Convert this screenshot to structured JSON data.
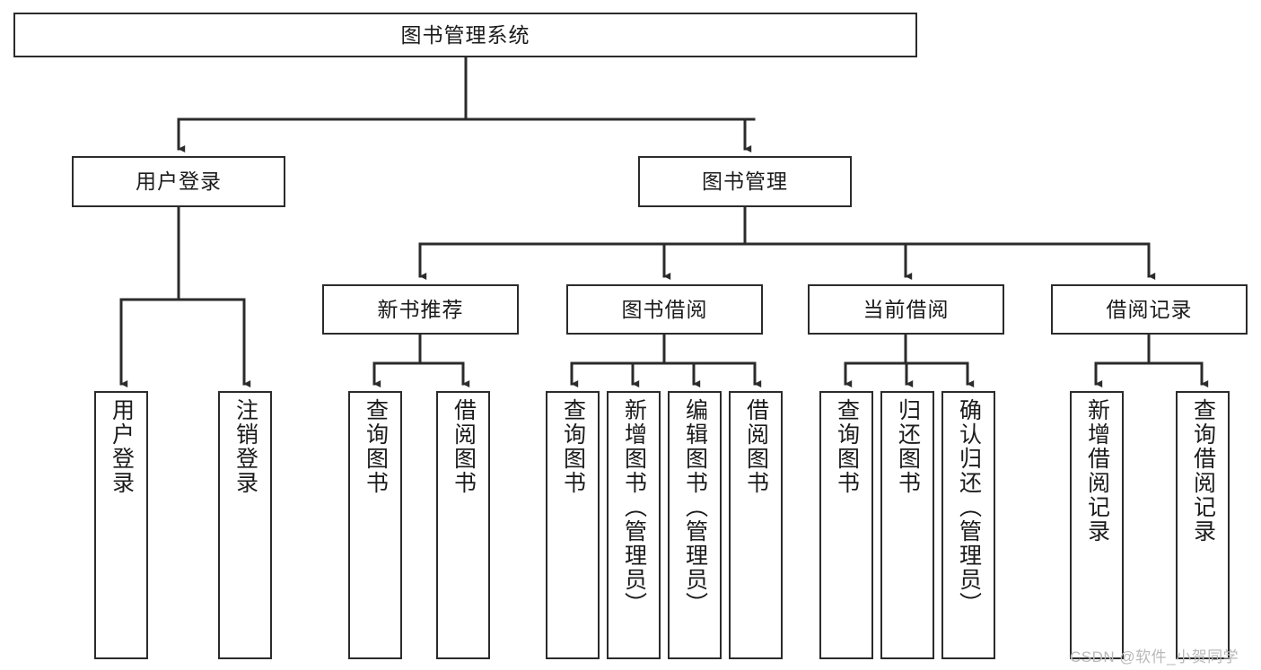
{
  "diagram": {
    "title": "图书管理系统",
    "type": "功能结构图",
    "colors": {
      "stroke": "#2b2b2b",
      "fill": "#ffffff",
      "text": "#1b1b1b",
      "watermark": "#b9b9b9"
    },
    "watermark": "CSDN @软件_小贺同学",
    "nodes": {
      "root": {
        "label": "图书管理系统"
      },
      "level2": [
        {
          "id": "user-login",
          "label": "用户登录"
        },
        {
          "id": "book-manage",
          "label": "图书管理"
        }
      ],
      "level3": [
        {
          "id": "new-book-recommend",
          "label": "新书推荐"
        },
        {
          "id": "book-borrow",
          "label": "图书借阅"
        },
        {
          "id": "current-borrow",
          "label": "当前借阅"
        },
        {
          "id": "borrow-record",
          "label": "借阅记录"
        }
      ],
      "leaves": {
        "user_login": [
          {
            "id": "leaf-user-login",
            "label": "用户登录"
          },
          {
            "id": "leaf-user-logout",
            "label": "注销登录"
          }
        ],
        "new_book_recommend": [
          {
            "id": "leaf-query-book-1",
            "label": "查询图书"
          },
          {
            "id": "leaf-borrow-book-1",
            "label": "借阅图书"
          }
        ],
        "book_borrow": [
          {
            "id": "leaf-query-book-2",
            "label": "查询图书"
          },
          {
            "id": "leaf-add-book",
            "label": "新增图书（管理员）"
          },
          {
            "id": "leaf-edit-book",
            "label": "编辑图书（管理员）"
          },
          {
            "id": "leaf-borrow-book-2",
            "label": "借阅图书"
          }
        ],
        "current_borrow": [
          {
            "id": "leaf-query-book-3",
            "label": "查询图书"
          },
          {
            "id": "leaf-return-book",
            "label": "归还图书"
          },
          {
            "id": "leaf-confirm-return",
            "label": "确认归还（管理员）"
          }
        ],
        "borrow_record": [
          {
            "id": "leaf-add-record",
            "label": "新增借阅记录"
          },
          {
            "id": "leaf-query-record",
            "label": "查询借阅记录"
          }
        ]
      }
    }
  },
  "chart_data": {
    "type": "diagram",
    "title": "图书管理系统",
    "structure": "tree",
    "orientation": "top-down",
    "tree": {
      "label": "图书管理系统",
      "children": [
        {
          "label": "用户登录",
          "children": [
            {
              "label": "用户登录"
            },
            {
              "label": "注销登录"
            }
          ]
        },
        {
          "label": "图书管理",
          "children": [
            {
              "label": "新书推荐",
              "children": [
                {
                  "label": "查询图书"
                },
                {
                  "label": "借阅图书"
                }
              ]
            },
            {
              "label": "图书借阅",
              "children": [
                {
                  "label": "查询图书"
                },
                {
                  "label": "新增图书（管理员）"
                },
                {
                  "label": "编辑图书（管理员）"
                },
                {
                  "label": "借阅图书"
                }
              ]
            },
            {
              "label": "当前借阅",
              "children": [
                {
                  "label": "查询图书"
                },
                {
                  "label": "归还图书"
                },
                {
                  "label": "确认归还（管理员）"
                }
              ]
            },
            {
              "label": "借阅记录",
              "children": [
                {
                  "label": "新增借阅记录"
                },
                {
                  "label": "查询借阅记录"
                }
              ]
            }
          ]
        }
      ]
    }
  }
}
